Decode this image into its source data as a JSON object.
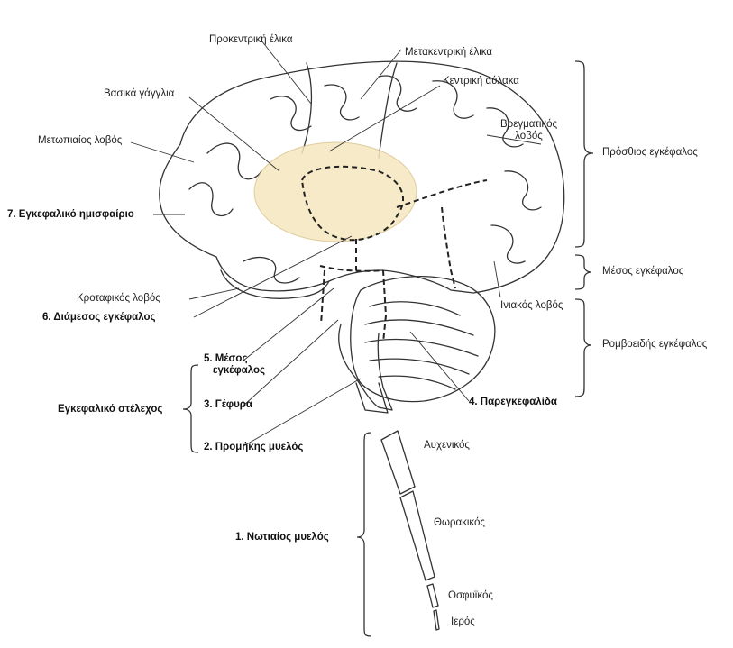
{
  "labels": {
    "precentral_gyrus": "Προκεντρική έλικα",
    "postcentral_gyrus": "Μετακεντρική έλικα",
    "central_sulcus": "Κεντρική αύλακα",
    "basal_ganglia": "Βασικά γάγγλια",
    "frontal_lobe": "Μετωπιαίος λοβός",
    "parietal_lobe_1": "Βρεγματικός",
    "parietal_lobe_2": "λοβός",
    "hemisphere": "7. Εγκεφαλικό ημισφαίριο",
    "temporal_lobe": "Κροταφικός λοβός",
    "diencephalon": "6. Διάμεσος εγκέφαλος",
    "occipital_lobe": "Ινιακός λοβός",
    "midbrain_1": "5. Μέσος",
    "midbrain_2": "εγκέφαλος",
    "pons": "3. Γέφυρα",
    "medulla": "2. Προμήκης μυελός",
    "cerebellum": "4. Παρεγκεφαλίδα",
    "brainstem": "Εγκεφαλικό στέλεχος",
    "spinal_cord": "1. Νωτιαίος μυελός",
    "cervical": "Αυχενικός",
    "thoracic": "Θωρακικός",
    "lumbar": "Οσφυϊκός",
    "sacral": "Ιερός",
    "forebrain": "Πρόσθιος εγκέφαλος",
    "midbrain_region": "Μέσος εγκέφαλος",
    "hindbrain": "Ρομβοειδής εγκέφαλος"
  },
  "colors": {
    "ink": "#333333",
    "basal_ganglia_fill": "#f6e7bf",
    "background": "#ffffff"
  }
}
